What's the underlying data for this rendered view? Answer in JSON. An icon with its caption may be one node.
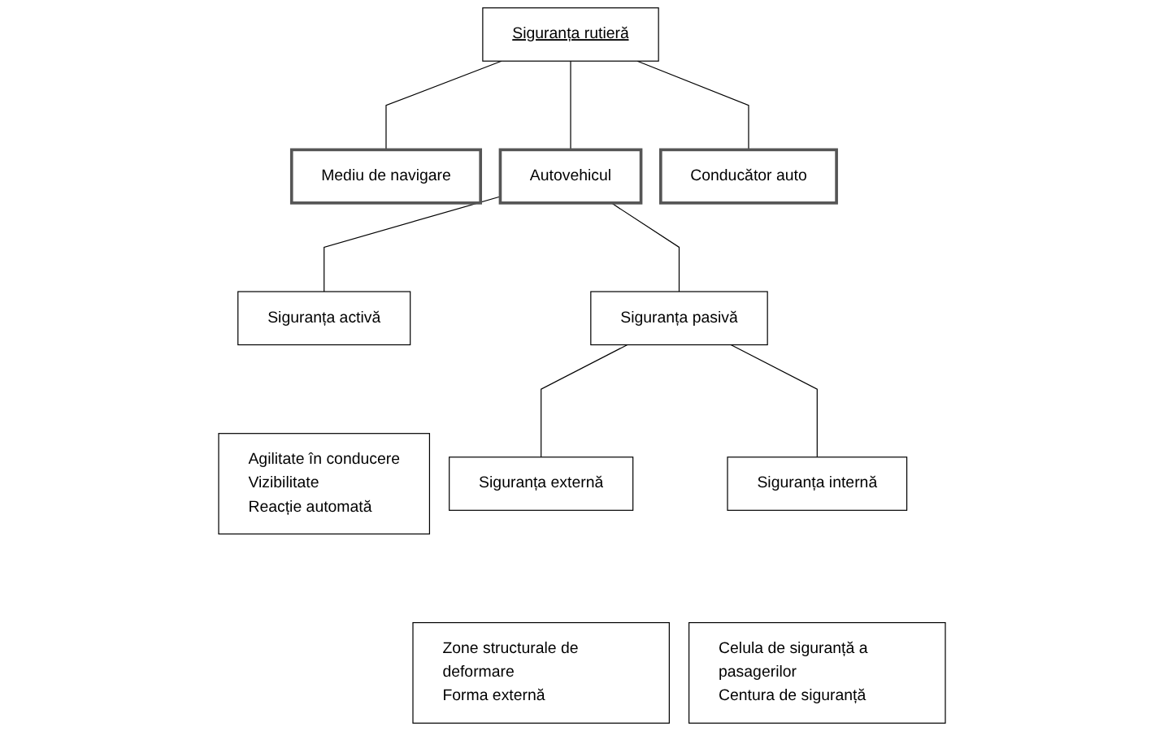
{
  "diagram": {
    "nodes": [
      {
        "text": [
          "Siguranța rutieră"
        ]
      },
      {
        "text": [
          "Mediu de navigare"
        ]
      },
      {
        "text": [
          "Autovehicul"
        ]
      },
      {
        "text": [
          "Conducător auto"
        ]
      },
      {
        "text": [
          "Siguranța activă"
        ]
      },
      {
        "text": [
          "Agilitate în conducere",
          "Vizibilitate",
          "Reacție automată"
        ]
      },
      {
        "text": [
          "Siguranța pasivă"
        ]
      },
      {
        "text": [
          "Siguranța externă"
        ]
      },
      {
        "text": [
          "Zone structurale de deformare",
          "Forma externă"
        ]
      },
      {
        "text": [
          "Siguranța internă"
        ]
      },
      {
        "text": [
          "Celula de siguranță a pasagerilor",
          "Centura de siguranță"
        ]
      }
    ],
    "edges": [
      {
        "from": 0,
        "to": 1,
        "arrow": "none"
      },
      {
        "from": 0,
        "to": 2,
        "arrow": "none"
      },
      {
        "from": 0,
        "to": 3,
        "arrow": "none"
      },
      {
        "from": 2,
        "to": 4,
        "arrow": "none"
      },
      {
        "from": 2,
        "to": 6,
        "arrow": "none"
      },
      {
        "from": 6,
        "to": 7,
        "arrow": "none"
      },
      {
        "from": 6,
        "to": 9,
        "arrow": "none"
      }
    ]
  }
}
